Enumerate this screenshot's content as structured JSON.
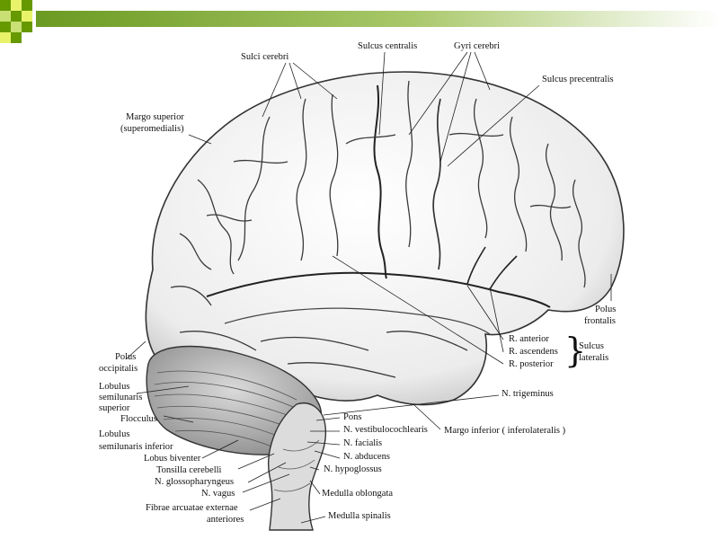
{
  "slide": {
    "colors": {
      "bar_start": "#6b9a22",
      "bar_end": "#ffffff",
      "square_dark": "#669900",
      "square_light": "#c9e074",
      "square_yellow": "#e8f36a"
    },
    "figure": {
      "labels": {
        "sulci_cerebri": "Sulci cerebri",
        "sulcus_centralis": "Sulcus centralis",
        "gyri_cerebri": "Gyri cerebri",
        "sulcus_precentralis": "Sulcus precentralis",
        "margo_superior_1": "Margo superior",
        "margo_superior_2": "(superomedialis)",
        "polus_frontalis_1": "Polus",
        "polus_frontalis_2": "frontalis",
        "r_anterior": "R. anterior",
        "r_ascendens": "R. ascendens",
        "r_posterior": "R. posterior",
        "sulcus_lateralis_1": "Sulcus",
        "sulcus_lateralis_2": "lateralis",
        "polus_occipitalis_1": "Polus",
        "polus_occipitalis_2": "occipitalis",
        "lobulus_sup_1": "Lobulus",
        "lobulus_sup_2": "semilunaris",
        "lobulus_sup_3": "superior",
        "flocculus": "Flocculus",
        "lobulus_inf_1": "Lobulus",
        "lobulus_inf_2": "semilunaris  inferior",
        "lobus_biventer": "Lobus biventer",
        "tonsilla_cerebelli": "Tonsilla cerebelli",
        "n_glossopharyngeus": "N. glossopharyngeus",
        "n_vagus": "N. vagus",
        "fibrae_1": "Fibrae arcuatae externae",
        "fibrae_2": "anteriores",
        "n_trigeminus": "N. trigeminus",
        "pons": "Pons",
        "n_vestibulocochlearis": "N. vestibulocochlearis",
        "n_facialis": "N. facialis",
        "n_abducens": "N. abducens",
        "n_hypoglossus": "N. hypoglossus",
        "medulla_oblongata": "Medulla oblongata",
        "medulla_spinalis": "Medulla spinalis",
        "margo_inferior": "Margo inferior ( inferolateralis )"
      }
    }
  }
}
